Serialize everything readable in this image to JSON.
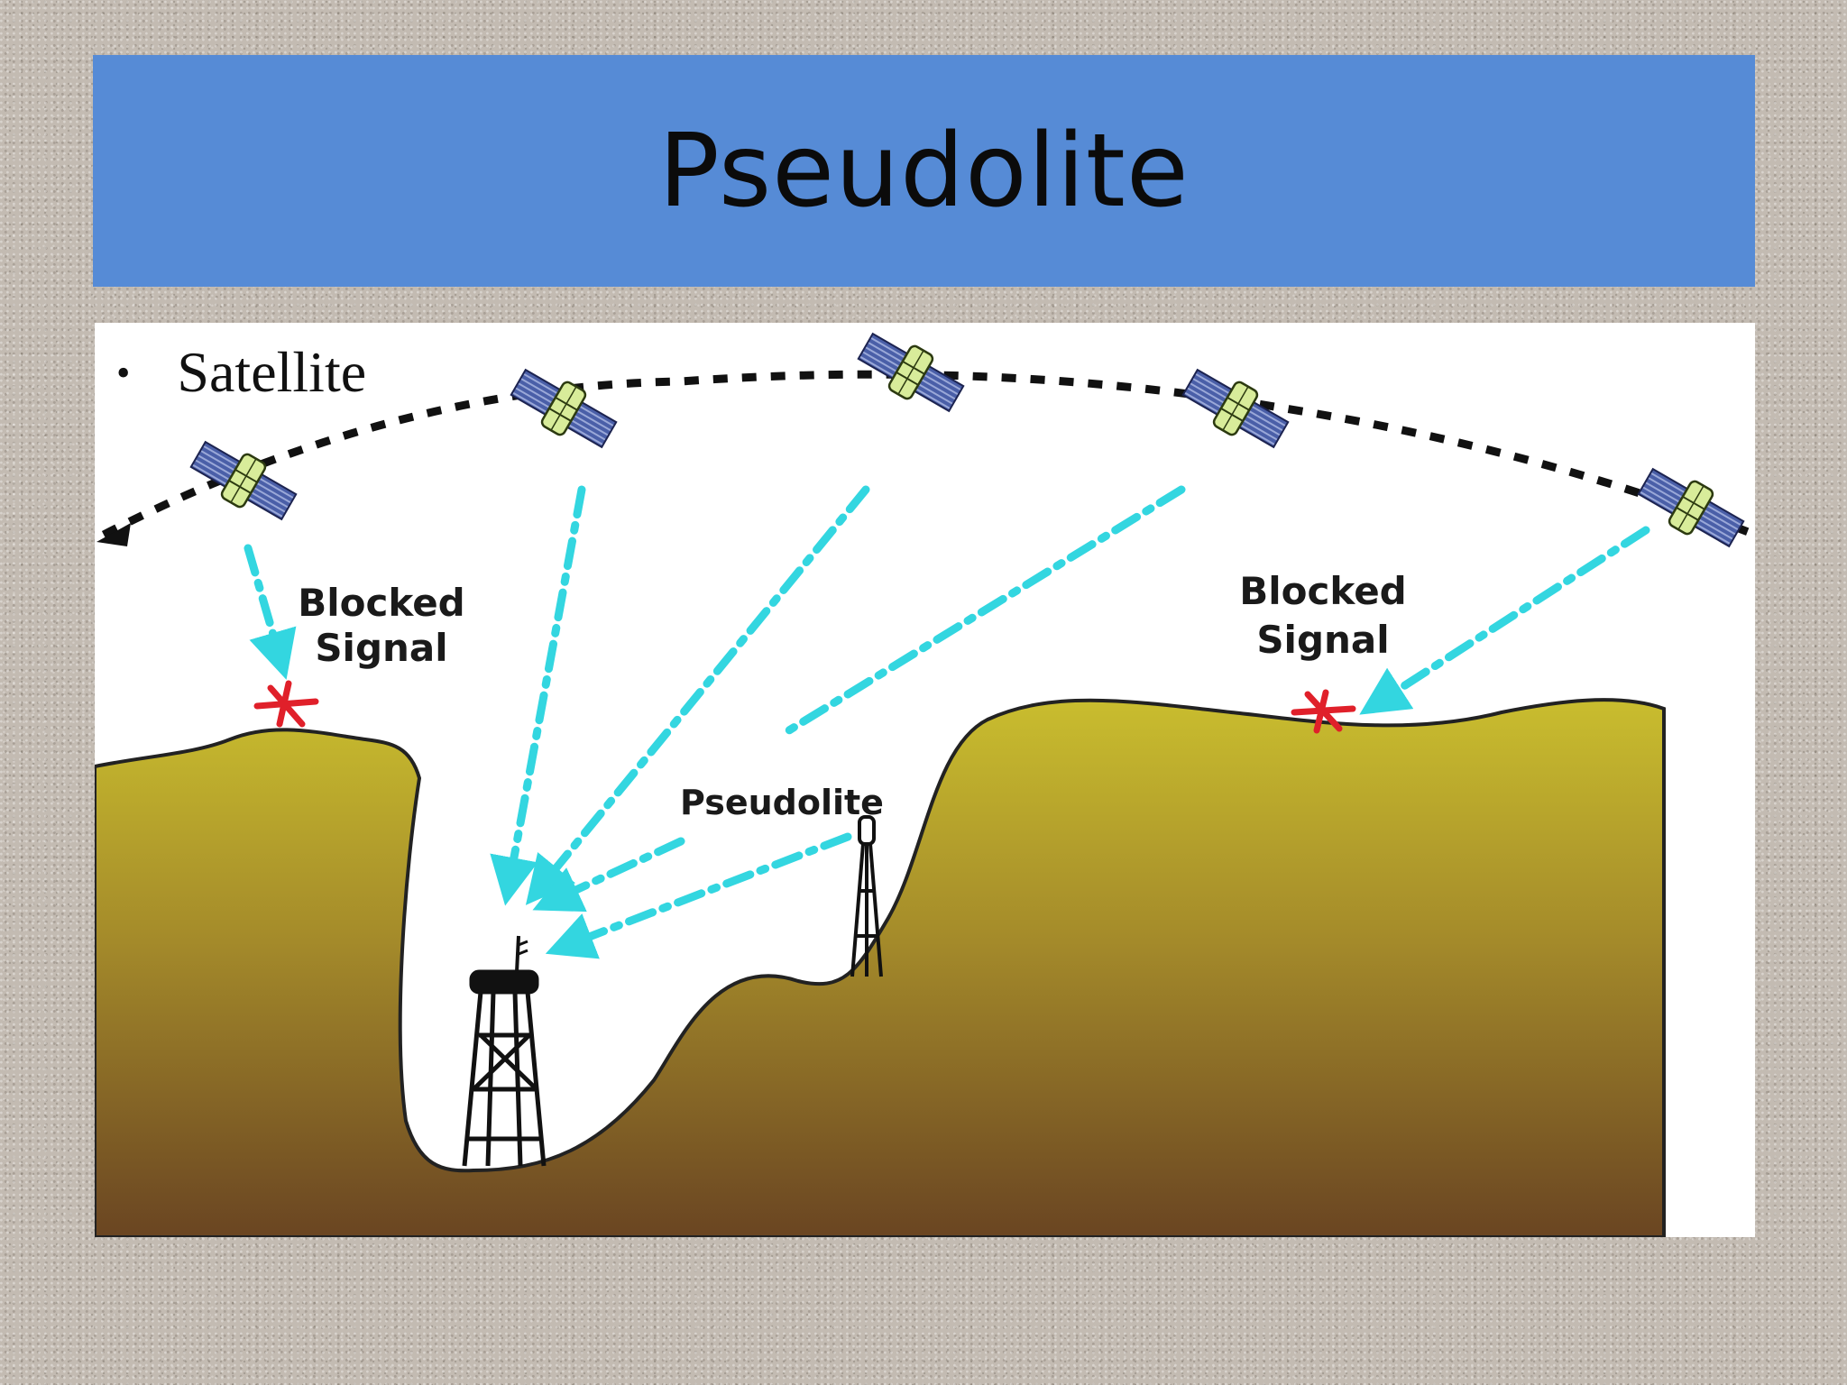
{
  "slide": {
    "title": "Pseudolite",
    "bullets": [
      "Satellite"
    ]
  },
  "diagram": {
    "labels": {
      "blocked_left_line1": "Blocked",
      "blocked_left_line2": "Signal",
      "blocked_right_line1": "Blocked",
      "blocked_right_line2": "Signal",
      "pseudolite": "Pseudolite"
    },
    "colors": {
      "title_bar": "#568bd6",
      "signal": "#33d6e0",
      "blocked_mark": "#e0202a",
      "terrain_top": "#c7b92d",
      "terrain_bottom": "#6a4522",
      "satellite_body": "#d8ec9a",
      "solar_panel": "#4a5fa8"
    },
    "icons": [
      "satellite-icon",
      "receiver-tower-icon",
      "pseudolite-tower-icon",
      "blocked-signal-icon"
    ]
  }
}
